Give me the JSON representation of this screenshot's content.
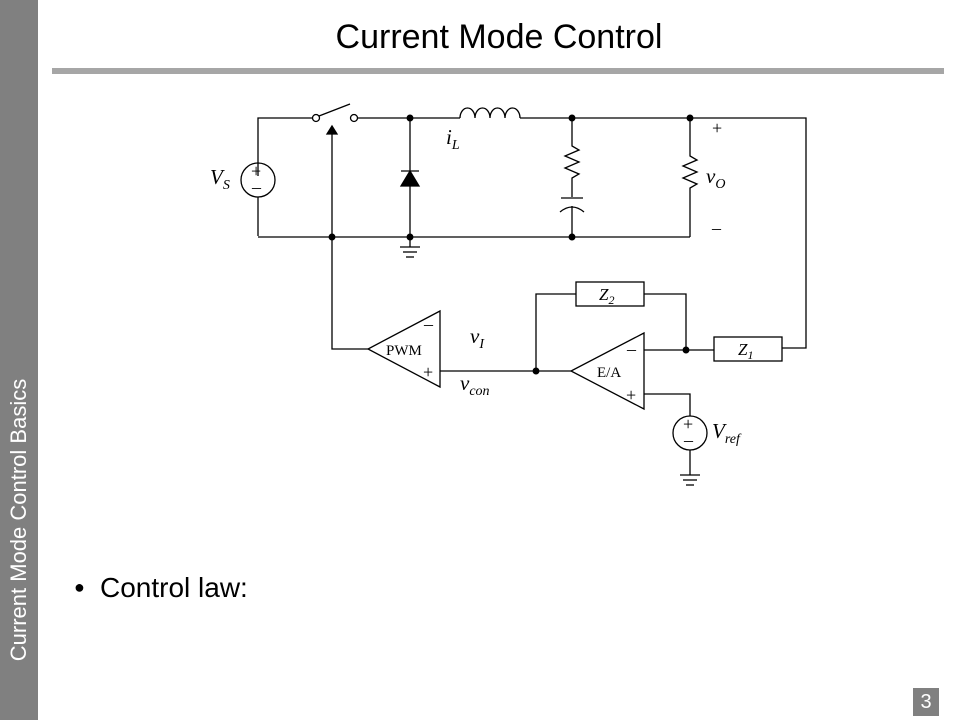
{
  "slide": {
    "title": "Current Mode Control",
    "sidebar_text": "Current Mode Control Basics",
    "page_number": "3",
    "bullets": [
      {
        "text": "Control law:"
      }
    ]
  },
  "diagram": {
    "source_label": {
      "main": "V",
      "sub": "S"
    },
    "inductor_current": {
      "main": "i",
      "sub": "L"
    },
    "output_voltage": {
      "main": "v",
      "sub": "O"
    },
    "output_plus": "+",
    "output_minus": "–",
    "z1": {
      "main": "Z",
      "sub": "1"
    },
    "z2": {
      "main": "Z",
      "sub": "2"
    },
    "pwm": {
      "label": "PWM",
      "minus": "–",
      "plus": "+"
    },
    "ea": {
      "label": "E/A",
      "minus": "–",
      "plus": "+"
    },
    "v_i": {
      "main": "v",
      "sub": "I"
    },
    "v_con": {
      "main": "v",
      "sub": "con"
    },
    "vref": {
      "main": "V",
      "sub": "ref"
    },
    "source_plus": "+",
    "source_minus": "–"
  }
}
